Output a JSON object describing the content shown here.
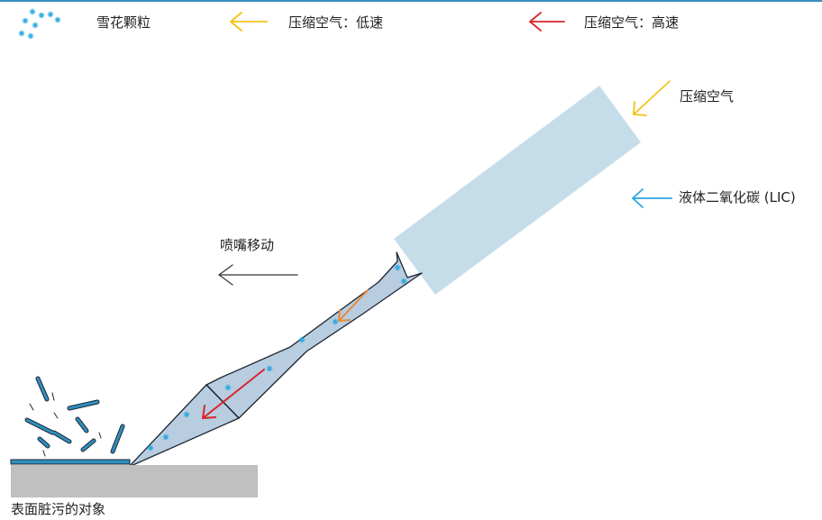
{
  "legend": {
    "snow_particles": "雪花颗粒",
    "air_low_speed": "压缩空气：低速",
    "air_high_speed": "压缩空气：高速"
  },
  "labels": {
    "compressed_air": "压缩空气",
    "liquid_co2": "液体二氧化碳 (LIC)",
    "nozzle_movement": "喷嘴移动",
    "dirty_surface": "表面脏污的对象"
  },
  "colors": {
    "snow": "#29a8e0",
    "air_low": "#f2c318",
    "air_high": "#d8262c",
    "liquid_co2": "#29a8e0",
    "nozzle_flow": "#e8893a",
    "hose": "#c5dde9",
    "nozzle": "#b8cde0",
    "surface": "#c0c0c0",
    "dirt": "#2e8fbf",
    "top_rule": "#3a8ec0"
  }
}
